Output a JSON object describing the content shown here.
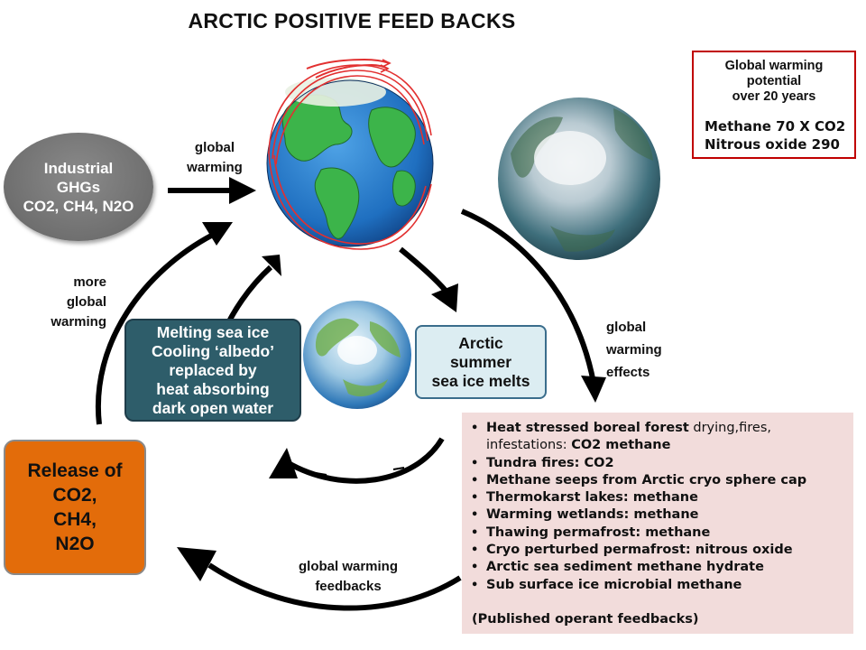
{
  "title": "ARCTIC POSITIVE FEED BACKS",
  "gwp_box": {
    "line1": "Global warming",
    "line2": "potential",
    "line3": "over 20 years",
    "methane": "Methane 70 X CO2",
    "nitrous": "Nitrous  oxide 290"
  },
  "ghg_node": {
    "line1": "Industrial",
    "line2": "GHGs",
    "line3": "CO2, CH4, N2O"
  },
  "labels": {
    "global_warming_1": "global",
    "global_warming_2": "warming",
    "more_1": "more",
    "more_2": "global",
    "more_3": "warming",
    "effects_1": "global",
    "effects_2": "warming",
    "effects_3": "effects",
    "feedbacks_1": "global warming",
    "feedbacks_2": "feedbacks"
  },
  "melting_box": {
    "line1": "Melting sea ice",
    "line2": "Cooling ‘albedo’",
    "line3": "replaced by",
    "line4": "heat absorbing",
    "line5": "dark open water"
  },
  "arctic_box": {
    "line1": "Arctic",
    "line2": "summer",
    "line3": "sea ice melts"
  },
  "release_box": {
    "line1": "Release of",
    "line2": "CO2,",
    "line3": "CH4,",
    "line4": "N2O"
  },
  "effects_list": {
    "item1_bold": "Heat stressed boreal forest",
    "item1_normal": " drying,fires, infestations: ",
    "item1_tail": "CO2 methane",
    "item2": "Tundra fires: CO2",
    "item3": "Methane seeps from Arctic cryo sphere cap",
    "item4": "Thermokarst lakes: methane",
    "item5": "Warming  wetlands: methane",
    "item6": "Thawing permafrost: methane",
    "item7": "Cryo perturbed permafrost: nitrous  oxide",
    "item8": "Arctic   sea sediment  methane hydrate",
    "item9": "Sub surface ice microbial  methane",
    "note": "(Published  operant feedbacks)"
  },
  "colors": {
    "arrow": "#000000",
    "release_fill": "#e36c0a",
    "effects_fill": "#f2dcdb",
    "melting_fill": "#2e5d6a",
    "arctic_fill": "#dcedf2",
    "gwp_border": "#c00000",
    "ghg_fill": "#6f6f6f"
  },
  "icons": {
    "globe_main": "earth-globe-icon",
    "globe_arctic": "arctic-globe-icon",
    "globe_small": "north-pole-globe-icon"
  }
}
